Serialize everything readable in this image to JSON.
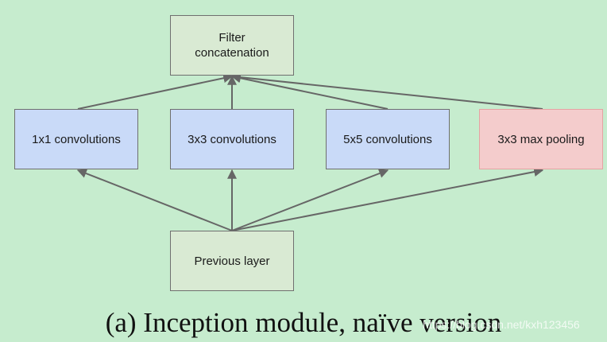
{
  "diagram": {
    "nodes": {
      "filter": {
        "lines": [
          "Filter",
          "concatenation"
        ]
      },
      "conv1": {
        "label": "1x1 convolutions"
      },
      "conv3": {
        "label": "3x3 convolutions"
      },
      "conv5": {
        "label": "5x5 convolutions"
      },
      "pool": {
        "label": "3x3 max pooling"
      },
      "previous": {
        "label": "Previous layer"
      }
    },
    "caption": "(a)  Inception module, naïve version",
    "watermark": "https://blog.csdn.net/kxh123456",
    "colors": {
      "background": "#c6ecce",
      "green_box": "#d9ead3",
      "blue_box": "#c9daf8",
      "red_box": "#f4cccc",
      "arrow": "#666666"
    }
  }
}
